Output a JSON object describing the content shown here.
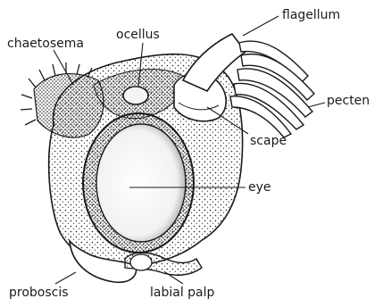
{
  "diagram": {
    "labels": {
      "flagellum": "flagellum",
      "ocellus": "ocellus",
      "chaetosema": "chaetosema",
      "pecten": "pecten",
      "scape": "scape",
      "eye": "eye",
      "proboscis": "proboscis",
      "labial_palp": "labial palp"
    }
  }
}
